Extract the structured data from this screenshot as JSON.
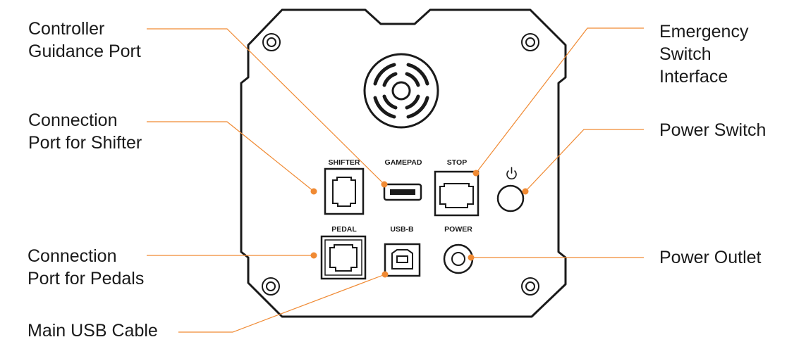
{
  "colors": {
    "accent": "#f08a33",
    "outline": "#1a1a1a",
    "background": "#ffffff"
  },
  "callouts": {
    "controller_guidance_port": [
      "Controller",
      "Guidance Port"
    ],
    "connection_port_shifter": [
      "Connection",
      "Port for Shifter"
    ],
    "connection_port_pedals": [
      "Connection",
      "Port for Pedals"
    ],
    "main_usb_cable": [
      "Main USB Cable"
    ],
    "emergency_switch_interface": [
      "Emergency",
      "Switch",
      "Interface"
    ],
    "power_switch": [
      "Power Switch"
    ],
    "power_outlet": [
      "Power Outlet"
    ]
  },
  "port_labels": {
    "shifter": "SHIFTER",
    "gamepad": "GAMEPAD",
    "stop": "STOP",
    "pedal": "PEDAL",
    "usb_b": "USB-B",
    "power": "POWER"
  },
  "icons": {
    "power_symbol": "power-icon",
    "fan": "fan-grille-icon",
    "screws": "screw-icon"
  }
}
